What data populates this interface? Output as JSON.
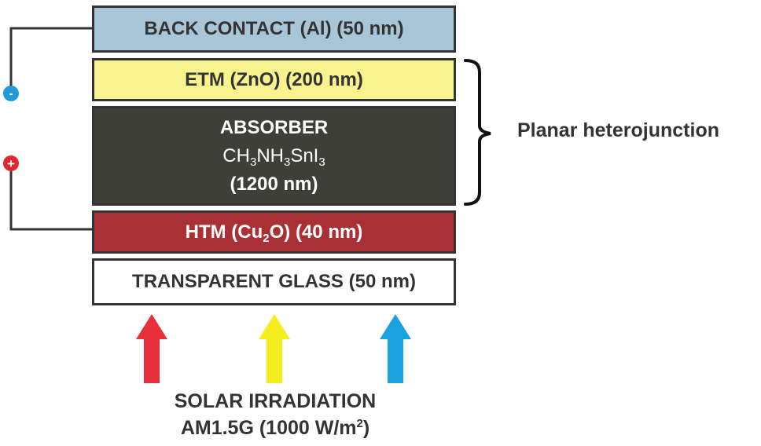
{
  "layers": {
    "back_contact": "BACK CONTACT (Al) (50 nm)",
    "etm": "ETM (ZnO) (200 nm)",
    "absorber": {
      "title": "ABSORBER",
      "formula": [
        "CH",
        "3",
        "NH",
        "3",
        "SnI",
        "3"
      ],
      "thickness": "(1200 nm)"
    },
    "htm": {
      "prefix": "HTM (Cu",
      "sub": "2",
      "suffix": "O) (40 nm)"
    },
    "glass": "TRANSPARENT GLASS (50 nm)"
  },
  "terminals": {
    "negative": "-",
    "positive": "+"
  },
  "bracket_label": "Planar heterojunction",
  "irradiation": {
    "line1": "SOLAR IRRADIATION",
    "line2_prefix": "AM1.5G (1000 W/m",
    "line2_sup": "2",
    "line2_suffix": ")"
  },
  "colors": {
    "back_contact": "#a9c6d8",
    "etm": "#f8f38e",
    "absorber": "#3f3f3a",
    "htm": "#a93034",
    "negative_terminal": "#1f9ad6",
    "positive_terminal": "#e0262f",
    "arrow_red": "#e8303a",
    "arrow_yellow": "#f5ee1e",
    "arrow_blue": "#1aa3e0"
  }
}
